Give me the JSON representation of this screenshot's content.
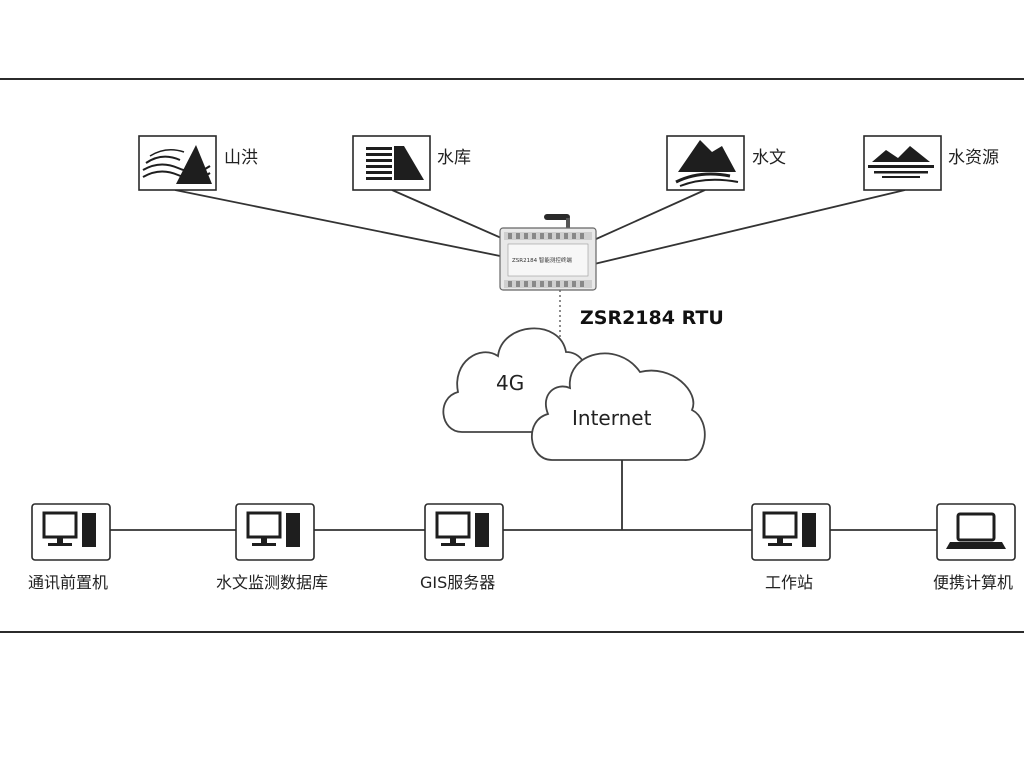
{
  "sources": [
    {
      "label": "山洪",
      "icon": "flood-icon"
    },
    {
      "label": "水库",
      "icon": "reservoir-icon"
    },
    {
      "label": "水文",
      "icon": "hydrology-icon"
    },
    {
      "label": "水资源",
      "icon": "water-resources-icon"
    }
  ],
  "rtu": {
    "name": "ZSR2184 RTU",
    "device_text": "ZSR2184 智能测控终端"
  },
  "clouds": {
    "left": "4G",
    "right": "Internet"
  },
  "terminals": [
    {
      "label": "通讯前置机",
      "icon": "desktop-computer-icon"
    },
    {
      "label": "水文监测数据库",
      "icon": "desktop-computer-icon"
    },
    {
      "label": "GIS服务器",
      "icon": "desktop-computer-icon"
    },
    {
      "label": "工作站",
      "icon": "desktop-computer-icon"
    },
    {
      "label": "便携计算机",
      "icon": "laptop-icon"
    }
  ]
}
